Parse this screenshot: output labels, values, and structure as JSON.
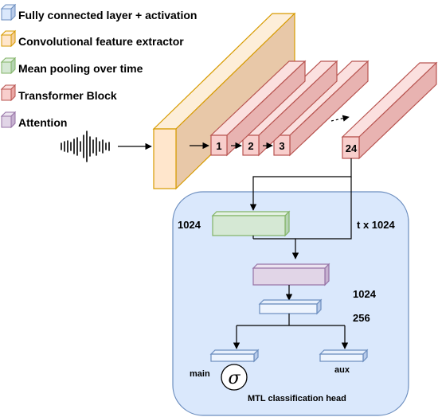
{
  "legend": [
    {
      "label": "Fully connected layer + activation",
      "color": "#dae8fc",
      "stroke": "#6c8ebf"
    },
    {
      "label": "Convolutional feature extractor",
      "color": "#ffe6cc",
      "stroke": "#d79b00"
    },
    {
      "label": "Mean pooling over time",
      "color": "#d5e8d4",
      "stroke": "#82b366"
    },
    {
      "label": "Transformer Block",
      "color": "#f8cecc",
      "stroke": "#b85450"
    },
    {
      "label": "Attention",
      "color": "#e1d5e7",
      "stroke": "#9673a6"
    }
  ],
  "blocks": {
    "b1": "1",
    "b2": "2",
    "b3": "3",
    "b24": "24"
  },
  "head": {
    "title": "MTL classification head",
    "dim_pool": "1024",
    "dim_t": "t x 1024",
    "dim_fc1": "1024",
    "dim_fc2": "256",
    "out_main": "main",
    "out_aux": "aux",
    "sigma": "σ"
  },
  "icons": {
    "waveform": "waveform-icon",
    "sigmoid": "sigmoid-icon"
  }
}
